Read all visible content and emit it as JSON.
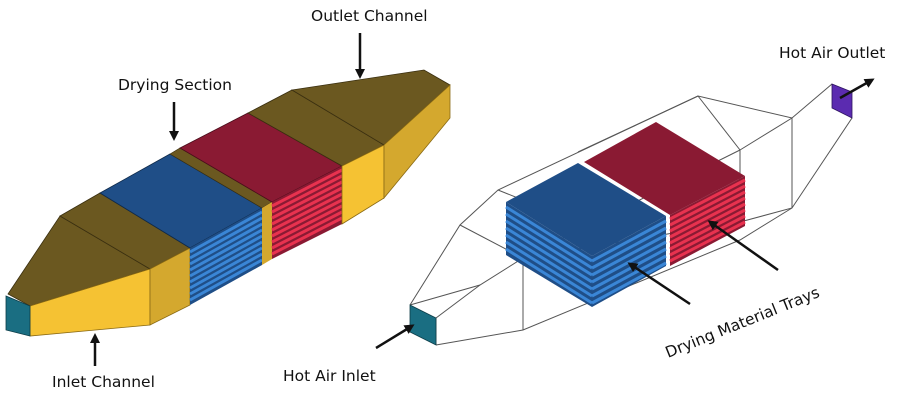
{
  "labels": {
    "outlet_channel": "Outlet Channel",
    "drying_section": "Drying Section",
    "inlet_channel": "Inlet Channel",
    "hot_air_outlet": "Hot Air Outlet",
    "hot_air_inlet": "Hot Air Inlet",
    "drying_material_trays": "Drying Material Trays"
  },
  "colors": {
    "channel_top": "#6b5820",
    "channel_side": "#d4a82e",
    "channel_front": "#f5c233",
    "duct_top": "#6b5820",
    "tray_blue": "#1f4e87",
    "tray_blue_edge": "#3a86d6",
    "tray_red": "#8a1a33",
    "tray_red_edge": "#e8324f",
    "inlet_face": "#1a6e82",
    "outlet_face": "#5b2bb0",
    "wire": "#555555"
  }
}
